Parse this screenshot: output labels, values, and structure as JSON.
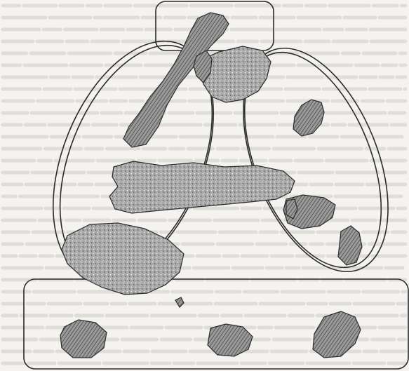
{
  "figure": {
    "kind": "region-overlap diagram over faded background text",
    "regions": [
      "top-box",
      "left-ellipse",
      "right-ellipse",
      "bottom-box"
    ],
    "blob_count": 13,
    "colors": {
      "background": "#f4f3ef",
      "ink": "#2b2b2b",
      "text_ghost": "#c9c7c0",
      "blob_fill": "#8f8f8f"
    }
  }
}
